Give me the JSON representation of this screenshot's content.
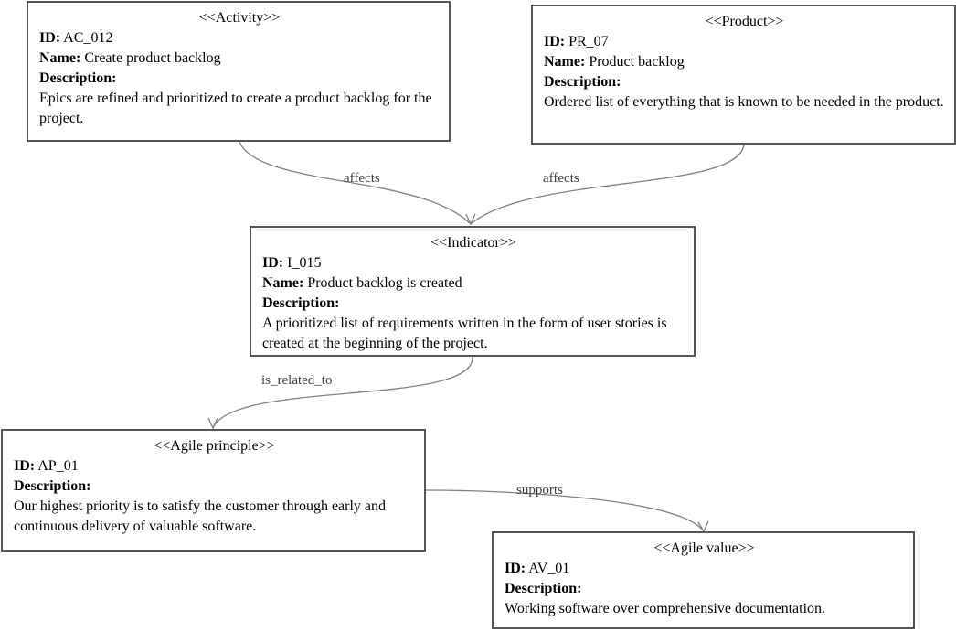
{
  "nodes": {
    "activity": {
      "stereotype": "<<Activity>>",
      "id_label": "ID",
      "id_value": "AC_012",
      "name_label": "Name",
      "name_value": "Create product backlog",
      "description_label": "Description",
      "description_value": "Epics are refined and prioritized to create a product backlog for the project."
    },
    "product": {
      "stereotype": "<<Product>>",
      "id_label": "ID",
      "id_value": "PR_07",
      "name_label": "Name",
      "name_value": "Product backlog",
      "description_label": "Description",
      "description_value": "Ordered list of everything that is known to be needed in the product."
    },
    "indicator": {
      "stereotype": "<<Indicator>>",
      "id_label": "ID",
      "id_value": "I_015",
      "name_label": "Name",
      "name_value": "Product backlog is created",
      "description_label": "Description",
      "description_value": "A prioritized list of requirements written in the form of user stories is created at the beginning of the project."
    },
    "agile_principle": {
      "stereotype": "<<Agile principle>>",
      "id_label": "ID",
      "id_value": "AP_01",
      "description_label": "Description",
      "description_value": "Our highest priority is to satisfy the customer through early and continuous delivery of valuable software."
    },
    "agile_value": {
      "stereotype": "<<Agile value>>",
      "id_label": "ID",
      "id_value": "AV_01",
      "description_label": "Description",
      "description_value": "Working software over comprehensive documentation."
    }
  },
  "edges": [
    {
      "from": "activity",
      "to": "indicator",
      "label": "affects"
    },
    {
      "from": "product",
      "to": "indicator",
      "label": "affects"
    },
    {
      "from": "indicator",
      "to": "agile_principle",
      "label": "is_related_to"
    },
    {
      "from": "agile_principle",
      "to": "agile_value",
      "label": "supports"
    }
  ],
  "colors": {
    "box_border": "#555555",
    "edge": "#808080",
    "edge_label": "#404040",
    "background": "#ffffff"
  }
}
